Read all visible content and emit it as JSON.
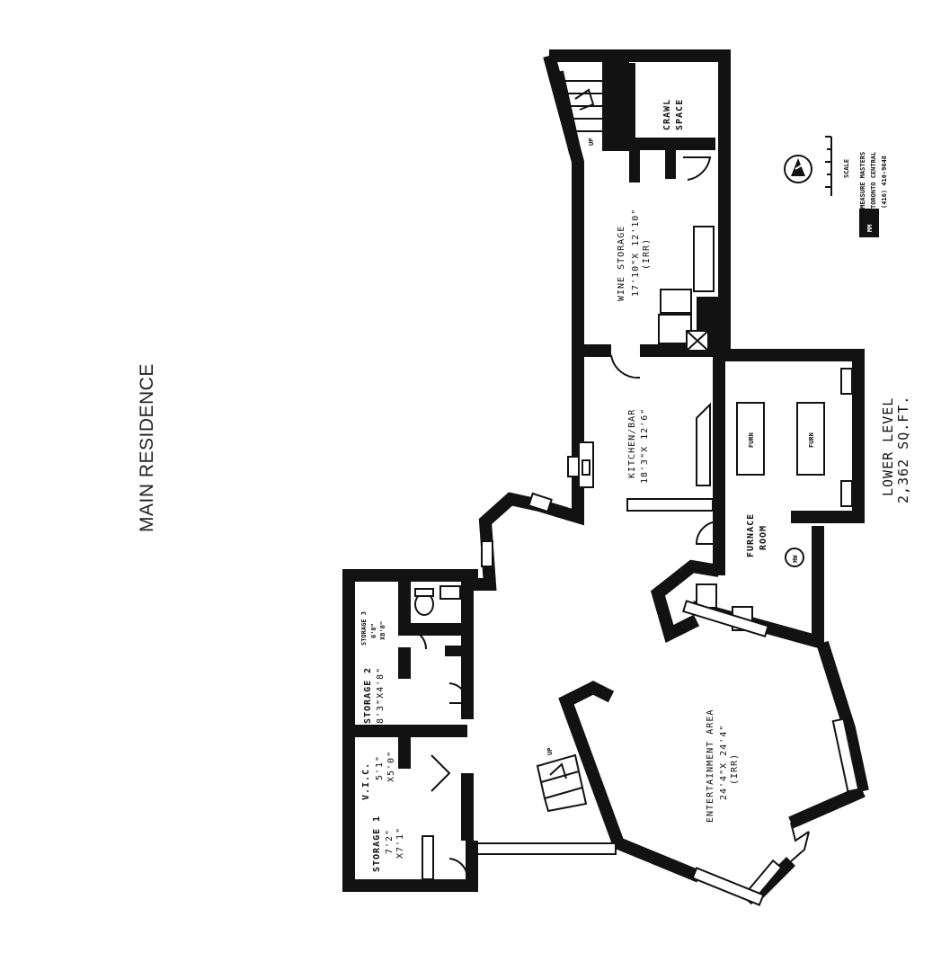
{
  "title": "MAIN RESIDENCE",
  "level": {
    "name": "LOWER LEVEL",
    "area": "2,362 SQ.FT."
  },
  "rooms": {
    "wine_storage": {
      "name": "WINE STORAGE",
      "dims": "17'10\"X 12'10\"",
      "note": "(IRR)"
    },
    "crawl_space": {
      "line1": "CRAWL",
      "line2": "SPACE"
    },
    "kitchen_bar": {
      "name": "KITCHEN/BAR",
      "dims": "18'3\"X 12'6\""
    },
    "furnace_room": {
      "line1": "FURNACE",
      "line2": "ROOM"
    },
    "entertainment_area": {
      "name": "ENTERTAINMENT AREA",
      "dims": "24'4\"X 24'4\"",
      "note": "(IRR)"
    },
    "storage1": {
      "name": "STORAGE 1",
      "dims1": "7'2\"",
      "dims2": "X7'1\""
    },
    "vic": {
      "name": "V.I.C.",
      "dims1": "5'1\"",
      "dims2": "X5'0\""
    },
    "storage2": {
      "name": "STORAGE 2",
      "dims": "8'3\"X4'8\""
    },
    "storage3": {
      "name": "STORAGE 3",
      "dims1": "6'8\"",
      "dims2": "X8'0\""
    }
  },
  "fixtures": {
    "furnace1": "FURN",
    "furnace2": "FURN",
    "hot_water": "HW",
    "stair_up_wine": "UP",
    "stair_up_main": "UP"
  },
  "legend": {
    "scale": "SCALE",
    "company_line1": "MEASURE MASTERS",
    "company_line2": "TORONTO CENTRAL",
    "company_line3": "(416) 410-9648",
    "logo_text": "MM",
    "compass_icon": "compass-icon"
  }
}
